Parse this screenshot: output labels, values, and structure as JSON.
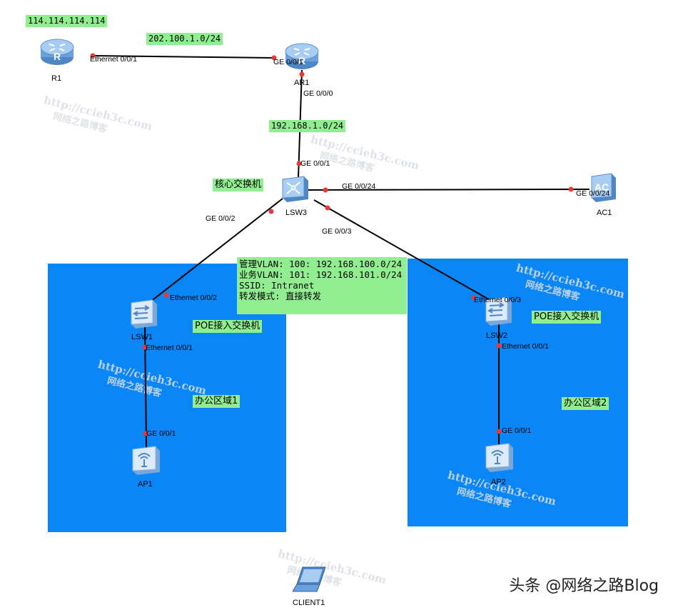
{
  "areas": {
    "office1": {
      "label": "办公区域1"
    },
    "office2": {
      "label": "办公区域2"
    }
  },
  "labels": {
    "isp_ip": "114.114.114.114",
    "wan_net": "202.100.1.0/24",
    "lan_net": "192.168.1.0/24",
    "core_switch": "核心交换机",
    "poe_switch_1": "POE接入交换机",
    "poe_switch_2": "POE接入交换机"
  },
  "info": {
    "lines": [
      "管理VLAN: 100: 192.168.100.0/24",
      "业务VLAN: 101: 192.168.101.0/24",
      "SSID: Intranet",
      "转发模式: 直接转发"
    ]
  },
  "devices": {
    "r1": {
      "name": "R1",
      "icon": "router-icon"
    },
    "ar1": {
      "name": "AR1",
      "icon": "router-icon"
    },
    "lsw3": {
      "name": "LSW3",
      "icon": "core-switch-icon"
    },
    "ac1": {
      "name": "AC1",
      "icon": "access-controller-icon"
    },
    "lsw1": {
      "name": "LSW1",
      "icon": "switch-icon"
    },
    "lsw2": {
      "name": "LSW2",
      "icon": "switch-icon"
    },
    "ap1": {
      "name": "AP1",
      "icon": "wireless-ap-icon"
    },
    "ap2": {
      "name": "AP2",
      "icon": "wireless-ap-icon"
    },
    "client1": {
      "name": "CLIENT1",
      "icon": "laptop-icon"
    }
  },
  "ports": {
    "r1_eth001": "Ethernet 0/0/1",
    "ar1_ge001": "GE 0/0/1",
    "ar1_ge000": "GE 0/0/0",
    "lsw3_ge001": "GE 0/0/1",
    "lsw3_ge0024": "GE 0/0/24",
    "ac1_ge0024": "GE 0/0/24",
    "lsw3_ge002": "GE 0/0/2",
    "lsw3_ge003": "GE 0/0/3",
    "lsw1_eth002": "Ethernet 0/0/2",
    "lsw1_eth001": "Ethernet 0/0/1",
    "lsw2_eth003": "Ethernet 0/0/3",
    "lsw2_eth001": "Ethernet 0/0/1",
    "ap1_ge001": "GE 0/0/1",
    "ap2_ge001": "GE 0/0/1"
  },
  "watermark": {
    "url": "http://ccieh3c.com",
    "cn": "网络之路博客"
  },
  "brand": "头条 @网络之路Blog",
  "colors": {
    "area_blue": "#0a86f6",
    "label_green": "#90ee90",
    "port_red": "#e53935",
    "link_black": "#000000"
  }
}
